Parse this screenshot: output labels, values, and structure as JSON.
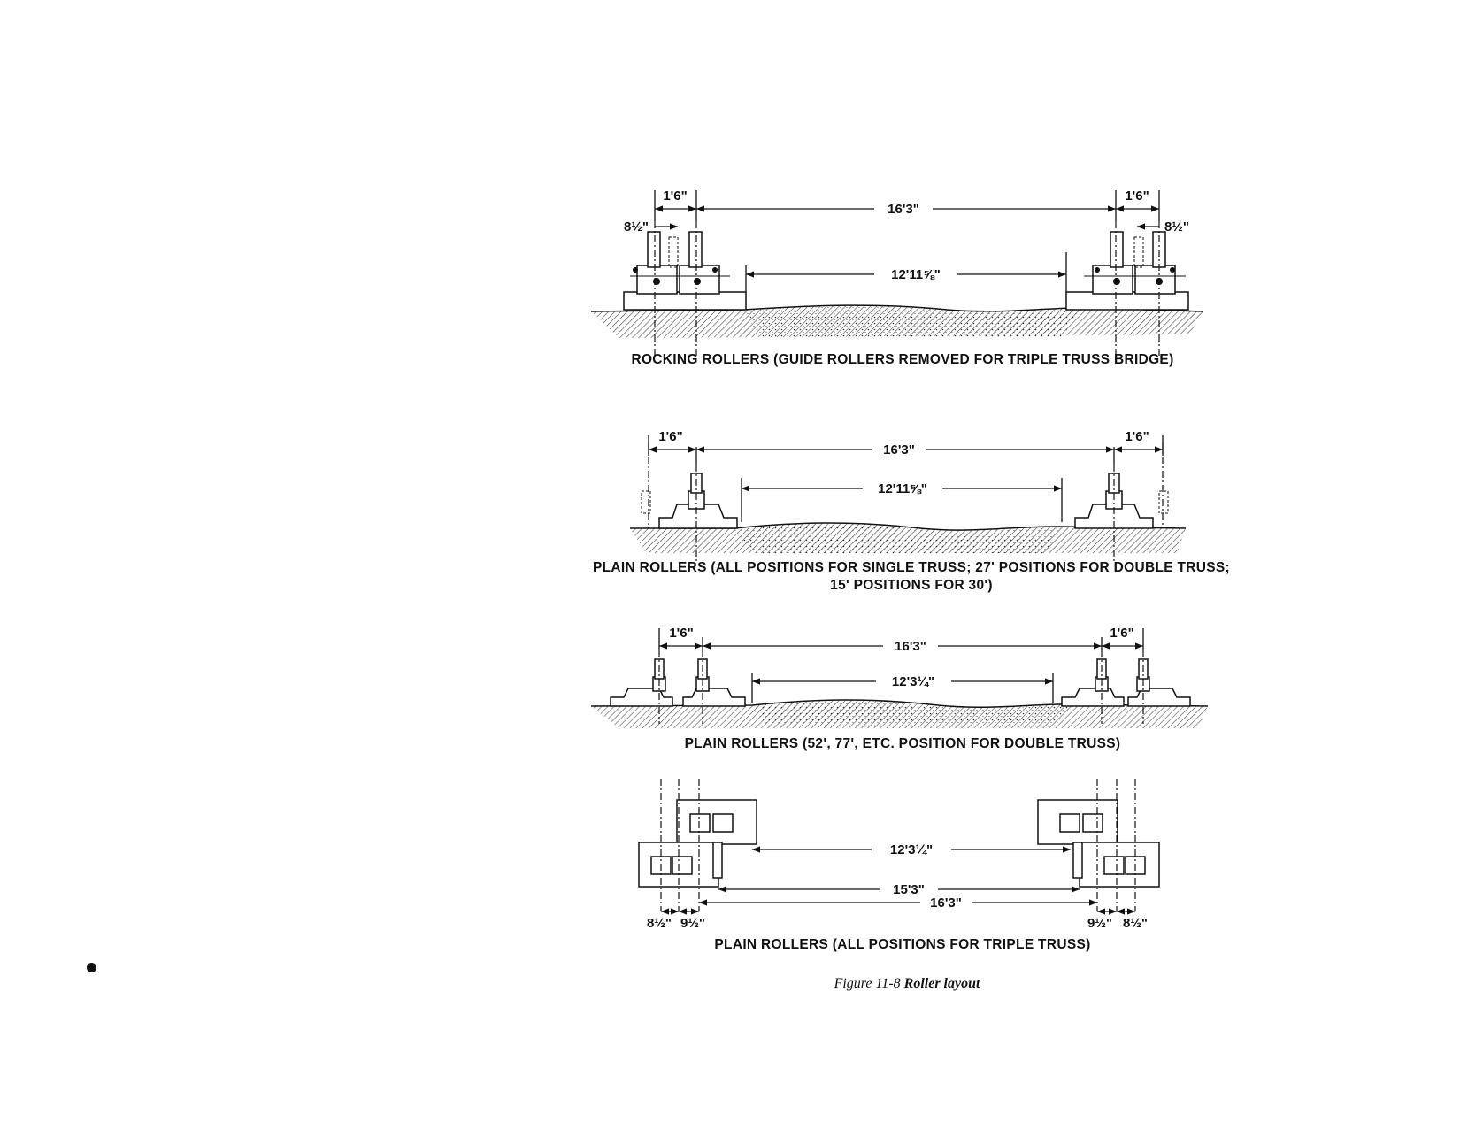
{
  "diagram1": {
    "dims": {
      "top_left": "1'6\"",
      "top_mid": "16'3\"",
      "top_right": "1'6\"",
      "side_left": "8½\"",
      "side_right": "8½\"",
      "inner": "12'11⅝\""
    },
    "caption": "ROCKING ROLLERS (GUIDE ROLLERS REMOVED FOR TRIPLE TRUSS BRIDGE)"
  },
  "diagram2": {
    "dims": {
      "top_left": "1'6\"",
      "top_mid": "16'3\"",
      "top_right": "1'6\"",
      "inner": "12'11⅝\""
    },
    "caption_line1": "PLAIN ROLLERS (ALL POSITIONS FOR SINGLE TRUSS; 27' POSITIONS FOR DOUBLE TRUSS;",
    "caption_line2": "15' POSITIONS FOR 30')"
  },
  "diagram3": {
    "dims": {
      "top_left": "1'6\"",
      "top_mid": "16'3\"",
      "top_right": "1'6\"",
      "inner": "12'3¼\""
    },
    "caption": "PLAIN ROLLERS (52', 77', ETC. POSITION FOR DOUBLE TRUSS)"
  },
  "diagram4": {
    "dims": {
      "inner": "12'3¼\"",
      "mid": "15'3\"",
      "outer": "16'3\"",
      "left_a": "8½\"",
      "left_b": "9½\"",
      "right_a": "9½\"",
      "right_b": "8½\""
    },
    "caption": "PLAIN ROLLERS (ALL POSITIONS FOR TRIPLE TRUSS)"
  },
  "figure": {
    "number": "Figure 11-8",
    "title": "Roller layout"
  }
}
